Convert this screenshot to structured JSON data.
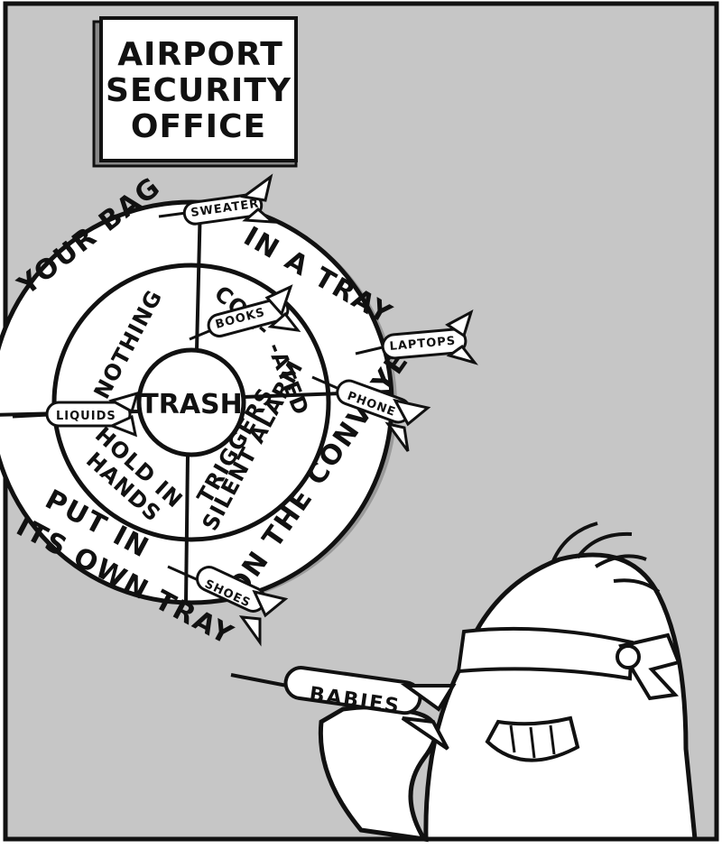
{
  "sign": {
    "line1": "AIRPORT",
    "line2": "SECURITY",
    "line3": "OFFICE"
  },
  "dartboard": {
    "center": "TRASH",
    "outer_ring": {
      "your_bag": "YOUR BAG",
      "in_a_tray": "IN A TRAY",
      "on_the_conveyer": "ON THE CONVEYER",
      "put_in_its_own_tray_1": "PUT IN",
      "put_in_its_own_tray_2": "ITS OWN TRAY"
    },
    "inner_ring": {
      "nothing": "NOTHING",
      "confiscated_1": "CON-",
      "confiscated_2": "-ATED",
      "hold_in_hands_1": "HOLD IN",
      "hold_in_hands_2": "HANDS",
      "triggers_1": "TRIGGERS",
      "triggers_2": "SILENT ALARM"
    }
  },
  "darts": {
    "sweater": "SWEATER",
    "books": "BOOKS",
    "laptops": "LAPTOPS",
    "phone": "PHONE",
    "liquids": "LIQUIDS",
    "shoes": "SHOES",
    "babies": "BABIES"
  },
  "colors": {
    "background": "#c6c6c6",
    "board": "#ffffff",
    "ink": "#111111",
    "shadow": "#9a9a9a"
  }
}
